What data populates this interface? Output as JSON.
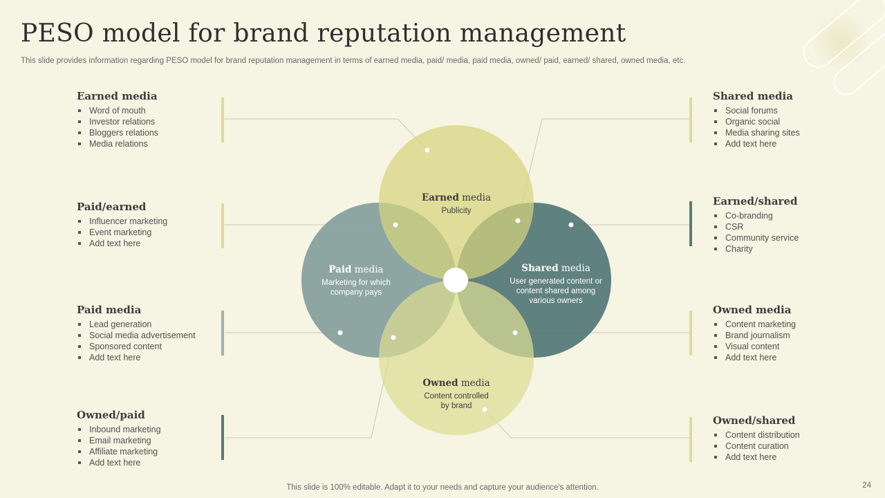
{
  "title": "PESO model for brand reputation management",
  "subtitle": "This slide provides information regarding PESO model for brand reputation management in terms of earned media, paid/ media, paid media, owned/ paid, earned/ shared, owned media, etc.",
  "colors": {
    "background": "#f6f4e3",
    "earned": "#d6d47d",
    "paid": "#7e9b98",
    "shared": "#4f7473",
    "owned": "#dcdc93"
  },
  "circles": {
    "earned": {
      "title_bold": "Earned",
      "title_rest": " media",
      "desc": "Publicity"
    },
    "paid": {
      "title_bold": "Paid",
      "title_rest": " media",
      "desc": "Marketing for which company pays"
    },
    "shared": {
      "title_bold": "Shared",
      "title_rest": " media",
      "desc": "User generated content or content shared among various owners"
    },
    "owned": {
      "title_bold": "Owned",
      "title_rest": " media",
      "desc": "Content controlled by brand"
    }
  },
  "left_blocks": [
    {
      "title": "Earned media",
      "items": [
        "Word of mouth",
        "Investor  relations",
        "Bloggers relations",
        "Media relations"
      ]
    },
    {
      "title": "Paid/earned",
      "items": [
        "Influencer  marketing",
        "Event  marketing",
        "Add text here"
      ]
    },
    {
      "title": "Paid media",
      "items": [
        "Lead generation",
        "Social media advertisement",
        "Sponsored  content",
        "Add text here"
      ]
    },
    {
      "title": "Owned/paid",
      "items": [
        "Inbound  marketing",
        "Email marketing",
        "Affiliate marketing",
        "Add text here"
      ]
    }
  ],
  "right_blocks": [
    {
      "title": "Shared media",
      "items": [
        "Social forums",
        "Organic social",
        "Media sharing sites",
        "Add text here"
      ]
    },
    {
      "title": "Earned/shared",
      "items": [
        "Co-branding",
        "CSR",
        "Community  service",
        "Charity"
      ]
    },
    {
      "title": "Owned media",
      "items": [
        "Content marketing",
        "Brand journalism",
        "Visual content",
        "Add text here"
      ]
    },
    {
      "title": "Owned/shared",
      "items": [
        "Content distribution",
        "Content curation",
        "Add text here"
      ]
    }
  ],
  "footer": "This slide is 100% editable. Adapt it to your needs and capture your audience's attention.",
  "page_number": "24"
}
